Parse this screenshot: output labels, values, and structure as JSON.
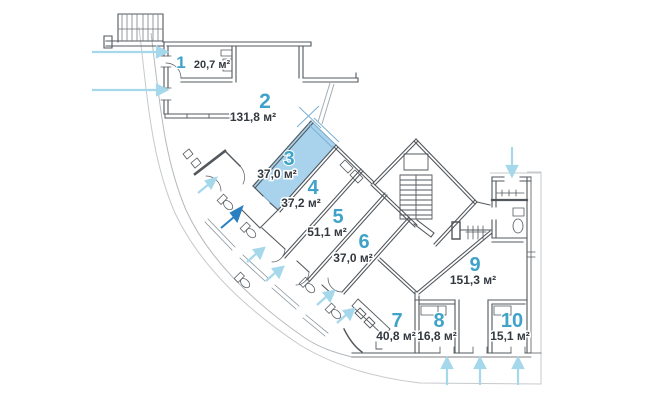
{
  "plan": {
    "title": "apartment-floor-plan",
    "rooms": [
      {
        "number": "1",
        "area": "20,7 м²"
      },
      {
        "number": "2",
        "area": "131,8 м²"
      },
      {
        "number": "3",
        "area": "37,0 м²",
        "highlighted": true
      },
      {
        "number": "4",
        "area": "37,2 м²"
      },
      {
        "number": "5",
        "area": "51,1 м²"
      },
      {
        "number": "6",
        "area": "37,0 м²"
      },
      {
        "number": "7",
        "area": "40,8 м²"
      },
      {
        "number": "8",
        "area": "16,8 м²"
      },
      {
        "number": "9",
        "area": "151,3 м²"
      },
      {
        "number": "10",
        "area": "15,1 м²"
      }
    ],
    "colors": {
      "room_number": "#3fa3c8",
      "area_text": "#33393f",
      "highlight_fill": "#a9d3ed",
      "entry_arrow": "#a6d8ec",
      "main_entry_arrow": "#2b7fc0",
      "walls": "#4e5358"
    },
    "entry_arrows": {
      "light_count": 11,
      "dark_count": 1
    }
  }
}
